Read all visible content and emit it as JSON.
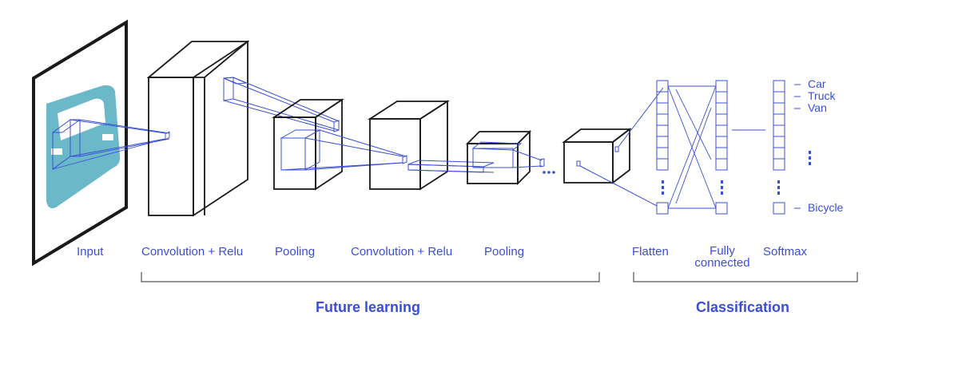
{
  "stages": {
    "input": "Input",
    "conv1": "Convolution + Relu",
    "pool1": "Pooling",
    "conv2": "Convolution + Relu",
    "pool2": "Pooling",
    "flatten": "Flatten",
    "fully_connected": "Fully connected",
    "softmax": "Softmax"
  },
  "groups": {
    "feature": "Future learning",
    "classification": "Classification"
  },
  "classes": [
    "Car",
    "Truck",
    "Van",
    "Bicycle"
  ],
  "colors": {
    "accent": "#3b4fd6",
    "line": "#1a1a1a",
    "car": "#6bb8c8",
    "bracket": "#555555"
  },
  "icons": {
    "input_image": "car-icon",
    "ellipsis": "more-dots-icon"
  }
}
